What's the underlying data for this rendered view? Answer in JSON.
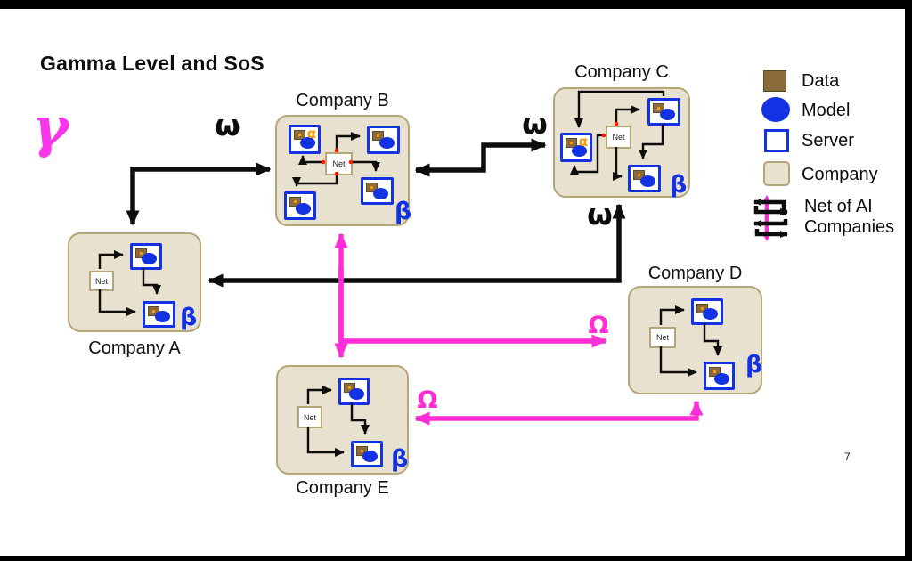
{
  "slide": {
    "title": "Gamma Level and SoS",
    "gamma_symbol": "γ",
    "page_number": "7"
  },
  "companies": [
    {
      "name": "Company A",
      "net": "Net",
      "beta": "β"
    },
    {
      "name": "Company B",
      "net": "Net",
      "beta": "β",
      "alpha": "α"
    },
    {
      "name": "Company C",
      "net": "Net",
      "beta": "β",
      "alpha": "α"
    },
    {
      "name": "Company D",
      "net": "Net",
      "beta": "β"
    },
    {
      "name": "Company E",
      "net": "Net",
      "beta": "β"
    }
  ],
  "connections": {
    "omega_a_b": "ω",
    "omega_b_c": "ω",
    "omega_c_a": "ω",
    "Omega_b_d": "Ω",
    "Omega_e_d": "Ω"
  },
  "legend": {
    "items": [
      {
        "icon": "data-swatch",
        "label": "Data"
      },
      {
        "icon": "model-swatch",
        "label": "Model"
      },
      {
        "icon": "server-swatch",
        "label": "Server"
      },
      {
        "icon": "company-swatch",
        "label": "Company"
      },
      {
        "icon": "net-of-ai-icon",
        "label": "Net of AI Companies"
      }
    ]
  },
  "colors": {
    "model_blue": "#1232e4",
    "data_brown": "#8a6b3c",
    "company_beige": "#e8e1cf",
    "company_border": "#b4a678",
    "magenta_accent": "#ff2dd6",
    "alpha_orange": "#ff9a00",
    "black": "#0d0d0d"
  }
}
